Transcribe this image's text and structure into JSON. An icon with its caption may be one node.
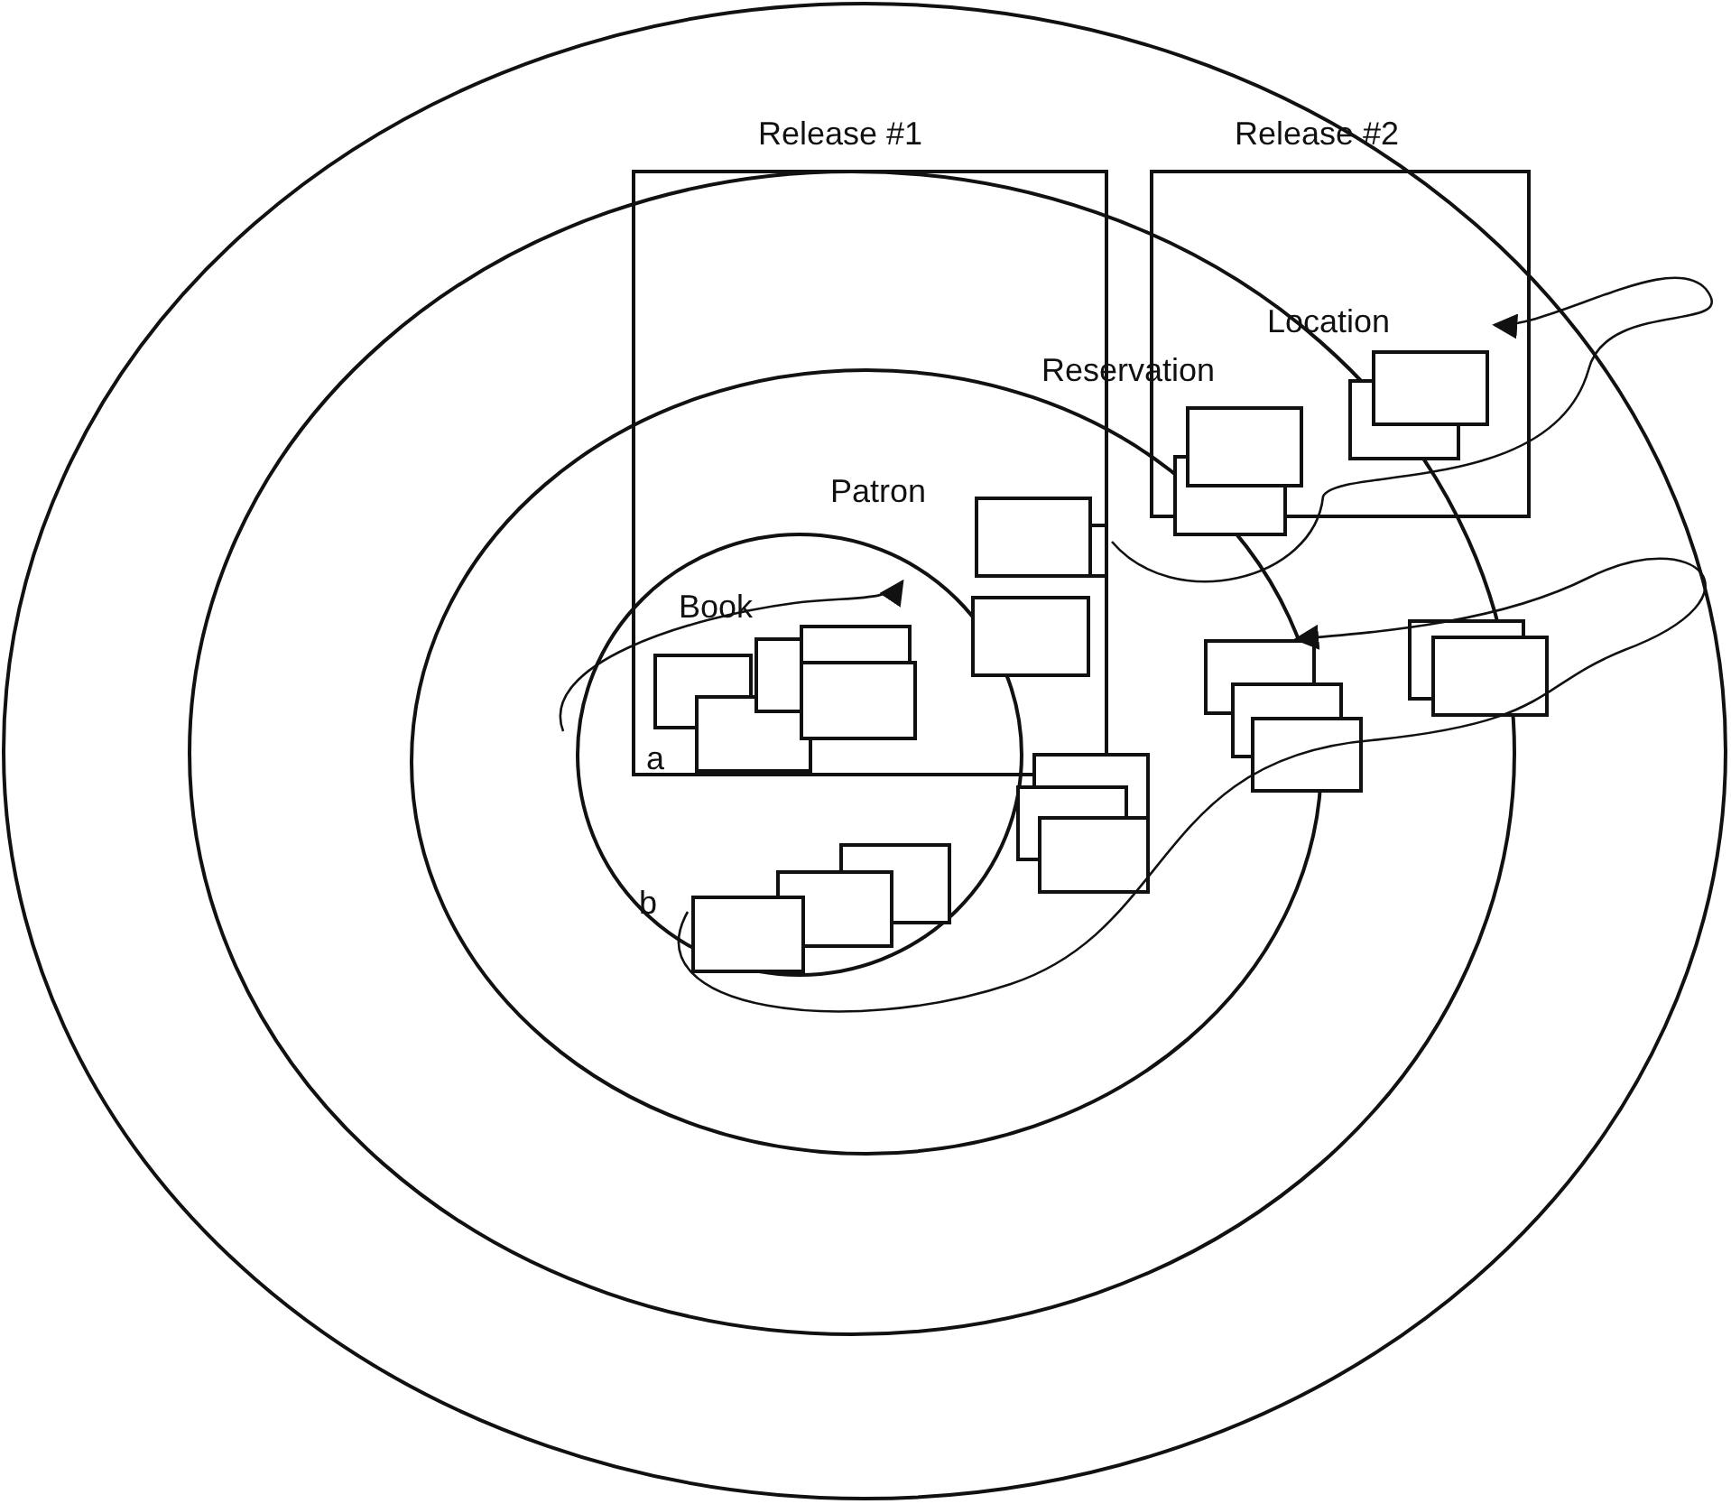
{
  "diagram": {
    "nodes": [
      {
        "text": [
          "Release #1"
        ]
      },
      {
        "text": [
          "Release #2"
        ]
      },
      {
        "text": [
          "Book"
        ],
        "in": 0
      },
      {
        "text": [
          "Patron"
        ],
        "in": 0
      },
      {
        "text": [],
        "shape": "box",
        "in": 0
      },
      {
        "text": [
          "Reservation"
        ],
        "in": 1
      },
      {
        "text": [
          "Location"
        ],
        "in": 1
      },
      {
        "text": [],
        "shape": "box"
      },
      {
        "text": [],
        "shape": "box"
      },
      {
        "text": [],
        "shape": "box"
      },
      {
        "text": [],
        "shape": "box"
      }
    ],
    "edges": [
      {
        "from": 3,
        "to": 6,
        "arrow": "to"
      },
      {
        "from": null,
        "to": 3,
        "arrow": "to"
      },
      {
        "from": 8,
        "to": 9,
        "arrow": "to"
      }
    ],
    "labels": [
      "a",
      "b"
    ]
  }
}
